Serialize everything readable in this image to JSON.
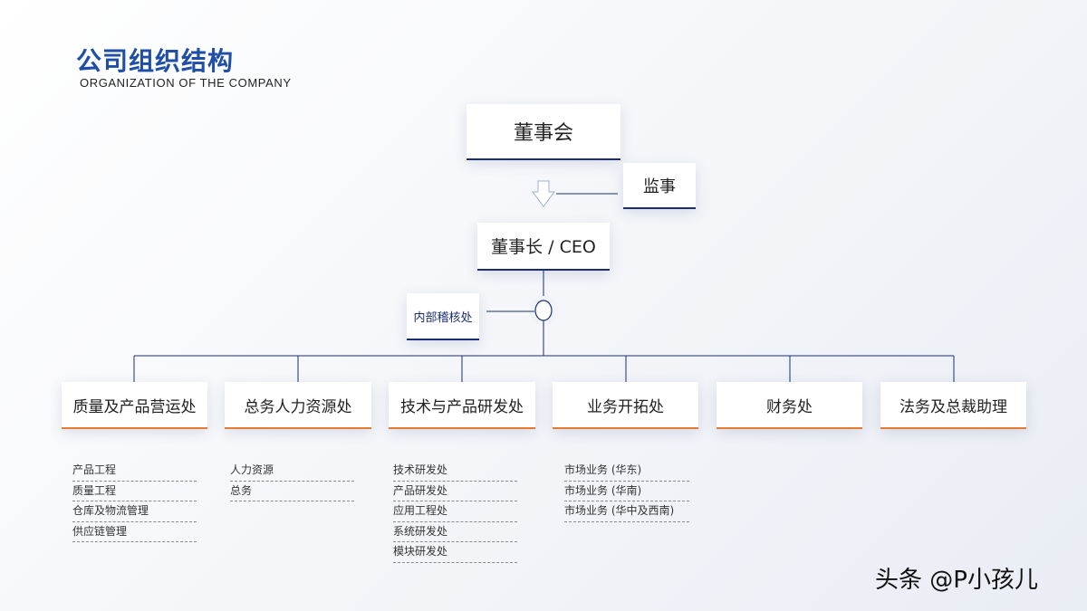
{
  "header": {
    "title": "公司组织结构",
    "subtitle": "ORGANIZATION OF THE COMPANY"
  },
  "org": {
    "board": "董事会",
    "supervisor": "监事",
    "ceo": "董事长 / CEO",
    "audit": "内部稽核处",
    "departments": [
      {
        "name": "质量及产品营运处",
        "items": [
          "产品工程",
          "质量工程",
          "仓库及物流管理",
          "供应链管理"
        ]
      },
      {
        "name": "总务人力资源处",
        "items": [
          "人力资源",
          "总务"
        ]
      },
      {
        "name": "技术与产品研发处",
        "items": [
          "技术研发处",
          "产品研发处",
          "应用工程处",
          "系统研发处",
          "模块研发处"
        ]
      },
      {
        "name": "业务开拓处",
        "items": [
          "市场业务 (华东)",
          "市场业务 (华南)",
          "市场业务 (华中及西南)"
        ]
      },
      {
        "name": "财务处",
        "items": []
      },
      {
        "name": "法务及总裁助理",
        "items": []
      }
    ]
  },
  "watermark": "头条 @P小孩儿",
  "colors": {
    "title": "#1e4ea8",
    "navy": "#1a2f73",
    "orange": "#e67a2e"
  }
}
